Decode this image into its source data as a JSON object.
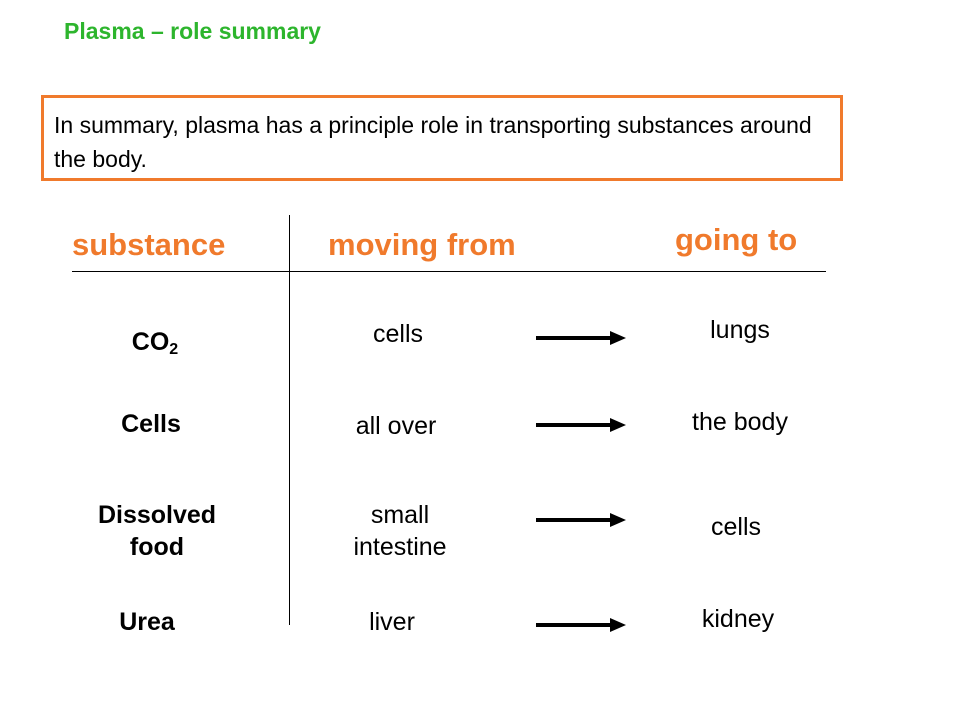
{
  "title": "Plasma – role summary",
  "summary": "In summary, plasma has a principle role in transporting substances around the body.",
  "headers": {
    "substance": "substance",
    "moving_from": "moving from",
    "going_to": "going to"
  },
  "rows": [
    {
      "substance": "CO",
      "substance_sub": "2",
      "from": "cells",
      "to": "lungs"
    },
    {
      "substance": "Cells",
      "from": "all over",
      "to": "the body"
    },
    {
      "substance": "Dissolved food",
      "from": "small intestine",
      "to": "cells"
    },
    {
      "substance": "Urea",
      "from": "liver",
      "to": "kidney"
    }
  ],
  "colors": {
    "title": "#2db52d",
    "accent": "#f07a2c",
    "text": "#000000"
  },
  "icons": [
    "arrow-right-icon"
  ]
}
